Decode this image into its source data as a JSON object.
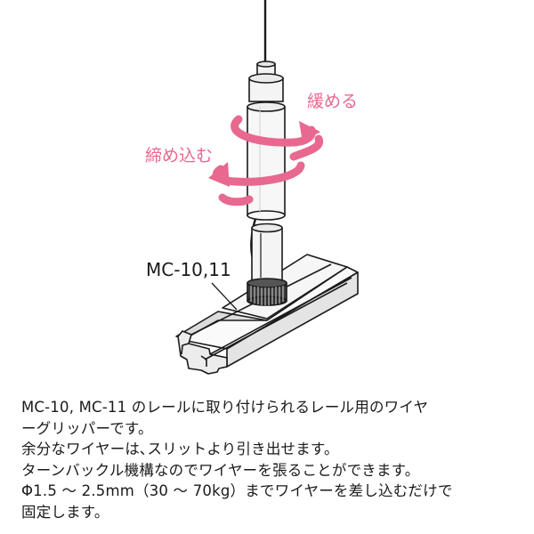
{
  "labels": {
    "loosen": "緩める",
    "tighten": "締め込む",
    "model": "MC-10,11"
  },
  "description": [
    "MC-10, MC-11 のレールに取り付けられるレール用のワイヤ",
    "ーグリッパーです。",
    "余分なワイヤーは､スリットより引き出せます。",
    "ターンバックル機構なのでワイヤーを張ることができます。",
    "Φ1.5 ～ 2.5mm（30 ～ 70kg）までワイヤーを差し込むだけで",
    "固定します。"
  ],
  "colors": {
    "accent_pink": "#e8688f",
    "outline": "#1a1a1a",
    "rail_fill": "#f3f3f3",
    "rail_shadow": "#d6d6d6"
  }
}
